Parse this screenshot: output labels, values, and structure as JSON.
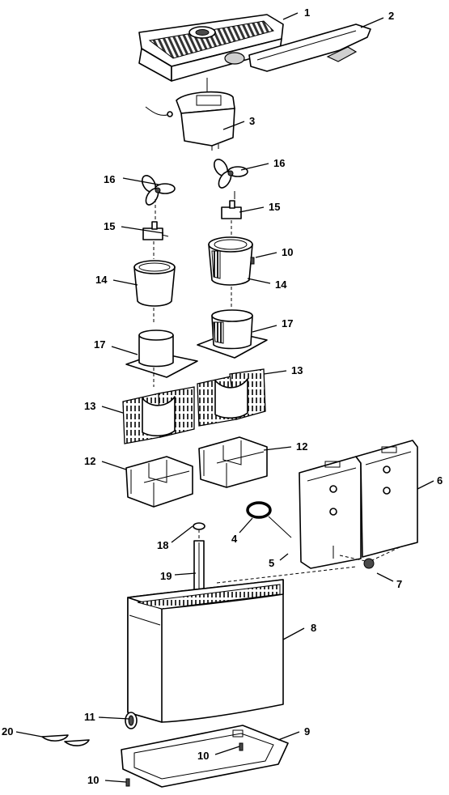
{
  "diagram": {
    "type": "exploded-parts-diagram",
    "callouts": [
      "1",
      "2",
      "3",
      "16",
      "16",
      "15",
      "15",
      "10",
      "14",
      "14",
      "17",
      "17",
      "13",
      "13",
      "12",
      "12",
      "6",
      "4",
      "18",
      "5",
      "19",
      "7",
      "8",
      "11",
      "9",
      "20",
      "10",
      "10"
    ]
  }
}
